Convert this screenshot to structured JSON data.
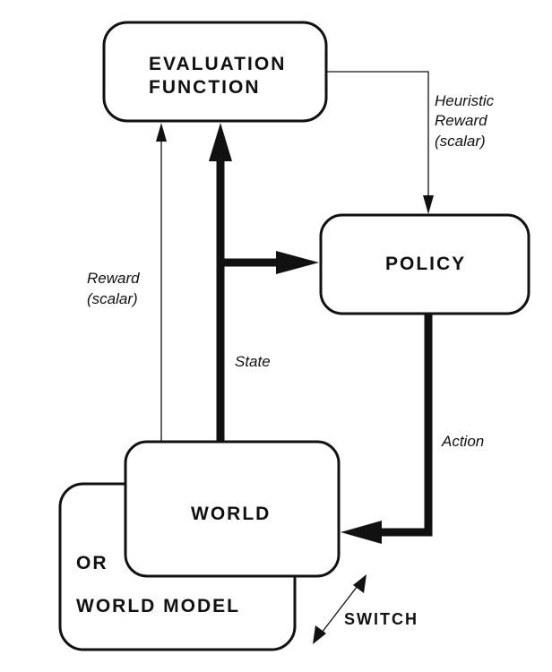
{
  "nodes": {
    "evaluation_function": {
      "line1": "EVALUATION",
      "line2": "FUNCTION"
    },
    "policy": {
      "label": "POLICY"
    },
    "world": {
      "label": "WORLD"
    },
    "world_model": {
      "line1": "OR",
      "line2": "WORLD MODEL"
    }
  },
  "edges": {
    "heuristic_reward": {
      "line1": "Heuristic",
      "line2": "Reward",
      "line3": "(scalar)"
    },
    "reward": {
      "line1": "Reward",
      "line2": "(scalar)"
    },
    "state": {
      "label": "State"
    },
    "action": {
      "label": "Action"
    },
    "switch": {
      "label": "SWITCH"
    }
  },
  "colors": {
    "ink": "#111111",
    "background": "#ffffff"
  }
}
